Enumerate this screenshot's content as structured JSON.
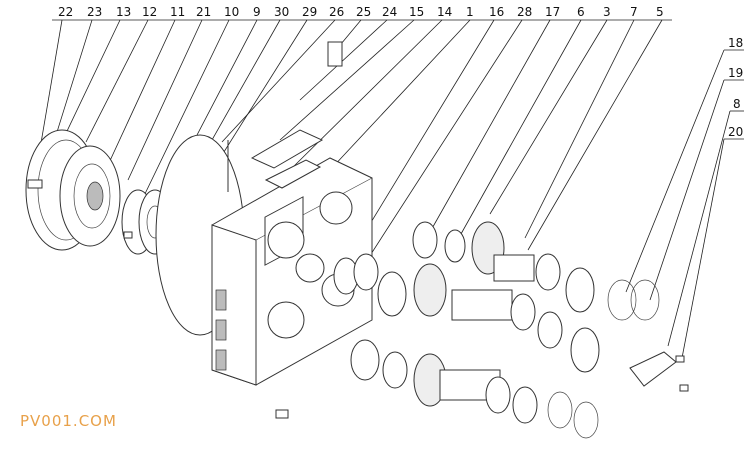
{
  "callouts_top": [
    "22",
    "23",
    "13",
    "12",
    "11",
    "21",
    "10",
    "9",
    "30",
    "29",
    "26",
    "25",
    "24",
    "15",
    "14",
    "1",
    "16",
    "28",
    "17",
    "6",
    "3",
    "7",
    "5"
  ],
  "callouts_right": [
    "18",
    "19",
    "8",
    "20"
  ],
  "watermark": "PV001.COM",
  "colors": {
    "line": "#333333",
    "watermark": "#e8a14a",
    "background": "#ffffff"
  }
}
